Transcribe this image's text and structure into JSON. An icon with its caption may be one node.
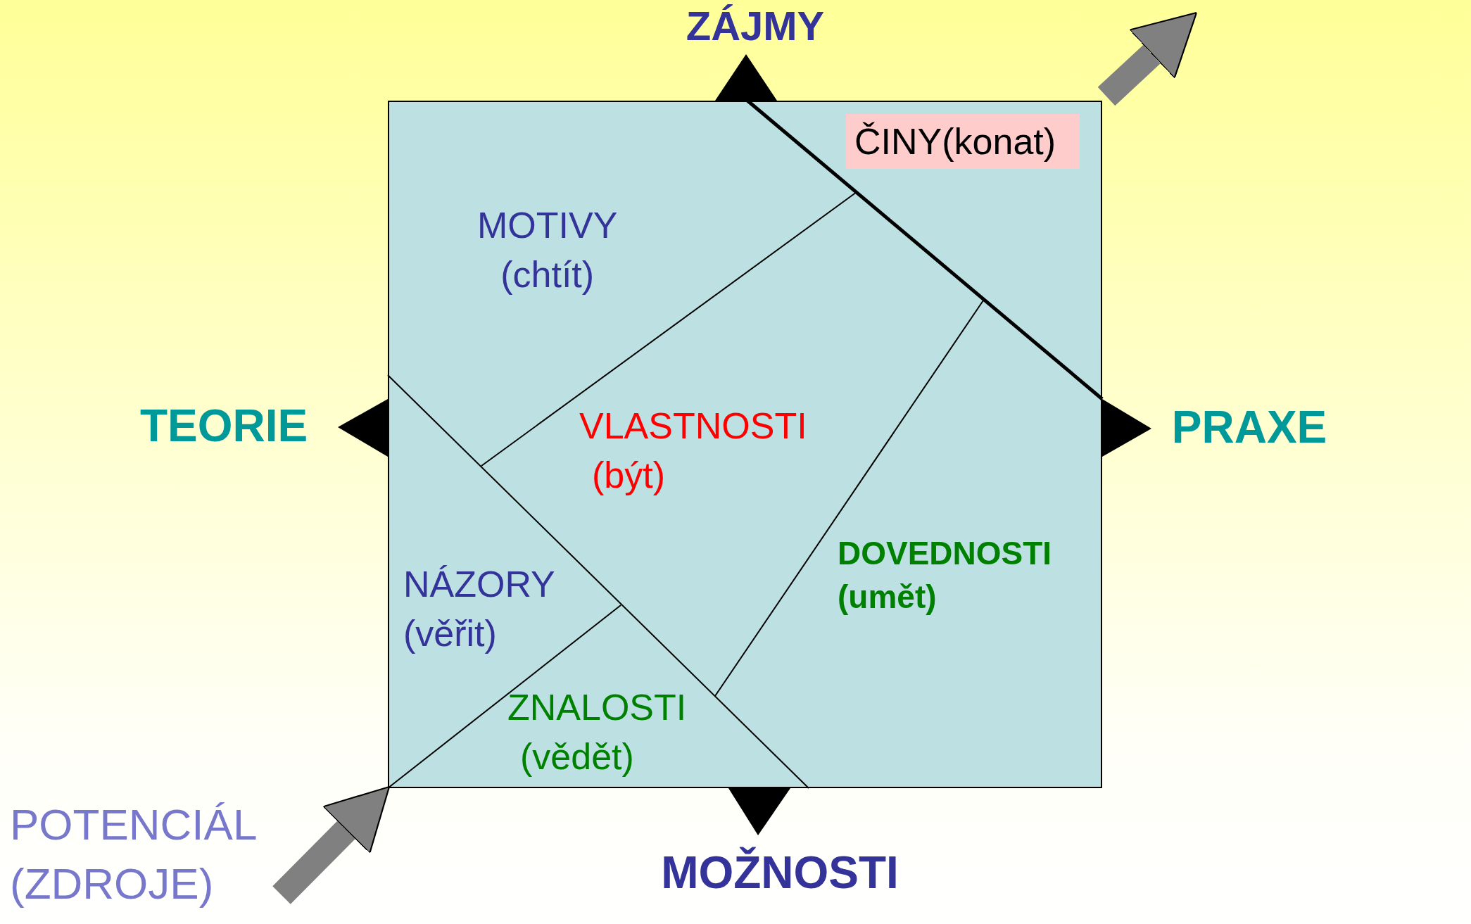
{
  "diagram": {
    "nodes": [
      {
        "text": [],
        "shape": "box"
      },
      {
        "text": [
          "MOTIVY",
          "(chtít)"
        ],
        "in": 0
      },
      {
        "text": [
          "ČINY(konat)"
        ],
        "in": 0
      },
      {
        "text": [
          "VLASTNOSTI",
          "(být)"
        ],
        "in": 0
      },
      {
        "text": [
          "NÁZORY",
          "(věřit)"
        ],
        "in": 0
      },
      {
        "text": [
          "DOVEDNOSTI",
          "(umět)"
        ],
        "in": 0
      },
      {
        "text": [
          "ZNALOSTI",
          "(vědět)"
        ],
        "in": 0
      },
      {
        "text": [
          "POTENCIÁL (ZDROJE)"
        ]
      }
    ],
    "edges": [
      {
        "from": 7,
        "to": 0,
        "arrow": "to"
      },
      {
        "from": 0,
        "to": null,
        "arrow": "to"
      }
    ],
    "labels": [
      "ZÁJMY",
      "TEORIE",
      "PRAXE",
      "MOŽNOSTI"
    ]
  }
}
